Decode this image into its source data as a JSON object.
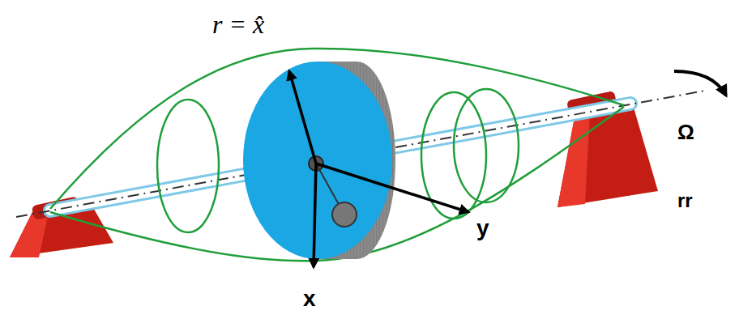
{
  "diagram": {
    "labels": [
      "r = x̂",
      "Ω",
      "y",
      "x",
      "rr"
    ]
  }
}
